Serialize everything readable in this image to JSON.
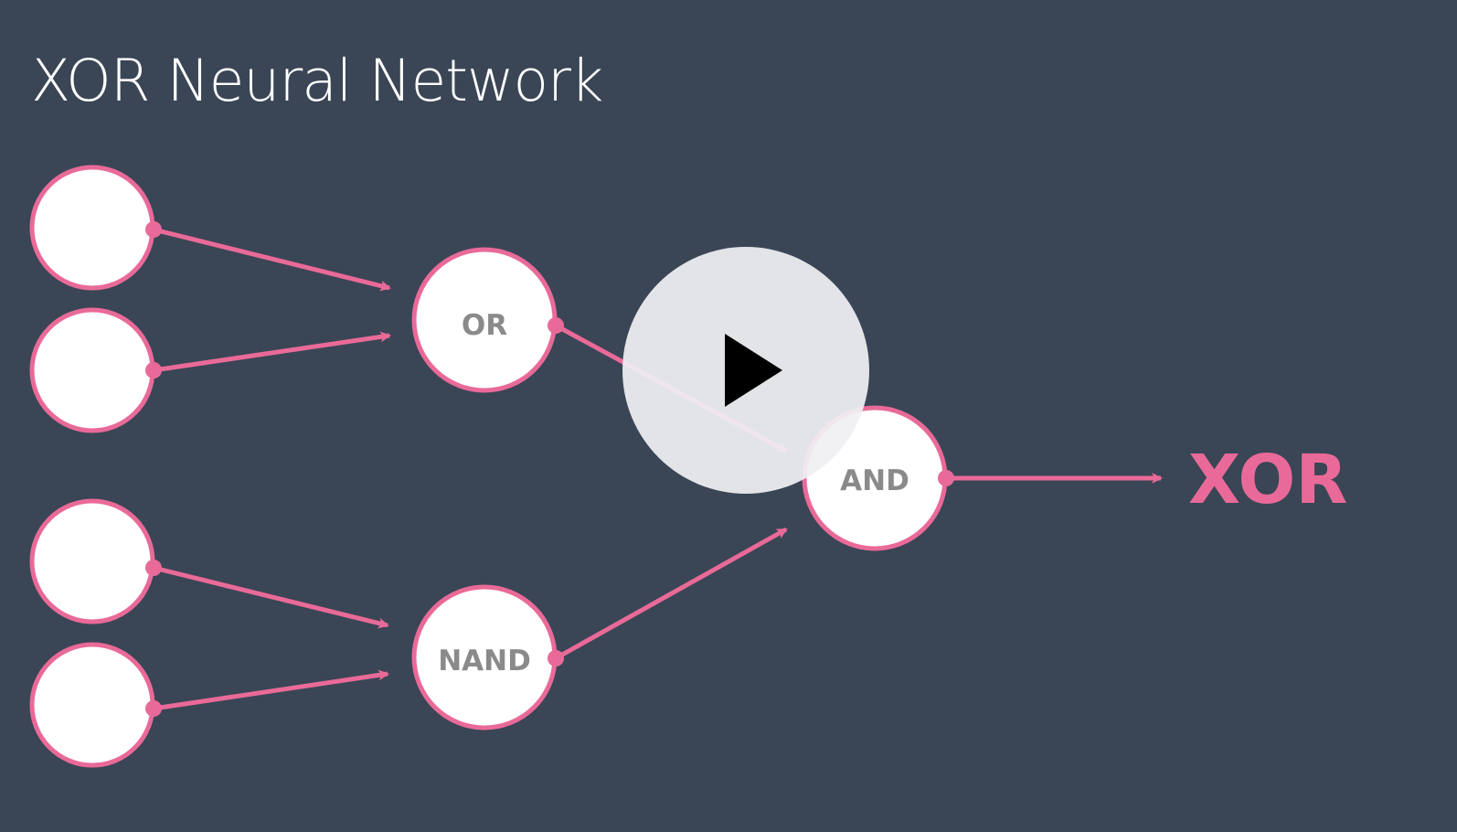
{
  "title": "XOR Neural Network",
  "nodes": {
    "or_label": "OR",
    "nand_label": "NAND",
    "and_label": "AND"
  },
  "output_label": "XOR",
  "play_button": {
    "icon": "play-icon"
  },
  "colors": {
    "background": "#3a4555",
    "accent": "#e96a98",
    "node_fill": "#ffffff",
    "node_label": "#8a8a8a"
  }
}
